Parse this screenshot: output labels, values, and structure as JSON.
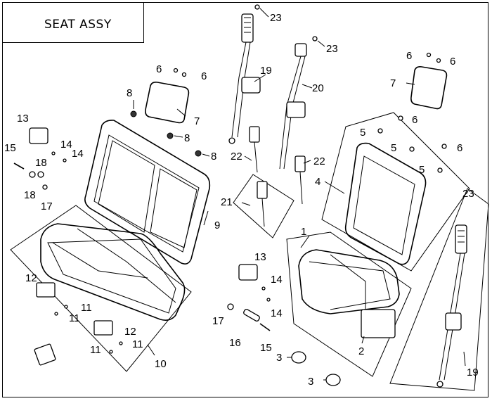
{
  "title": "SEAT ASSY",
  "part_labels": {
    "p1": "1",
    "p2": "2",
    "p3a": "3",
    "p3b": "3",
    "p4": "4",
    "p5a": "5",
    "p5b": "5",
    "p5c": "5",
    "p6a": "6",
    "p6b": "6",
    "p6c": "6",
    "p6d": "6",
    "p6e": "6",
    "p6f": "6",
    "p7a": "7",
    "p7b": "7",
    "p8a": "8",
    "p8b": "8",
    "p8c": "8",
    "p9": "9",
    "p10": "10",
    "p11a": "11",
    "p11b": "11",
    "p11c": "11",
    "p11d": "11",
    "p12a": "12",
    "p12b": "12",
    "p13a": "13",
    "p13b": "13",
    "p14a": "14",
    "p14b": "14",
    "p14c": "14",
    "p14d": "14",
    "p15a": "15",
    "p15b": "15",
    "p16": "16",
    "p17a": "17",
    "p17b": "17",
    "p18a": "18",
    "p18b": "18",
    "p19a": "19",
    "p19b": "19",
    "p20": "20",
    "p21": "21",
    "p22a": "22",
    "p22b": "22",
    "p23a": "23",
    "p23b": "23",
    "p23c": "23"
  }
}
